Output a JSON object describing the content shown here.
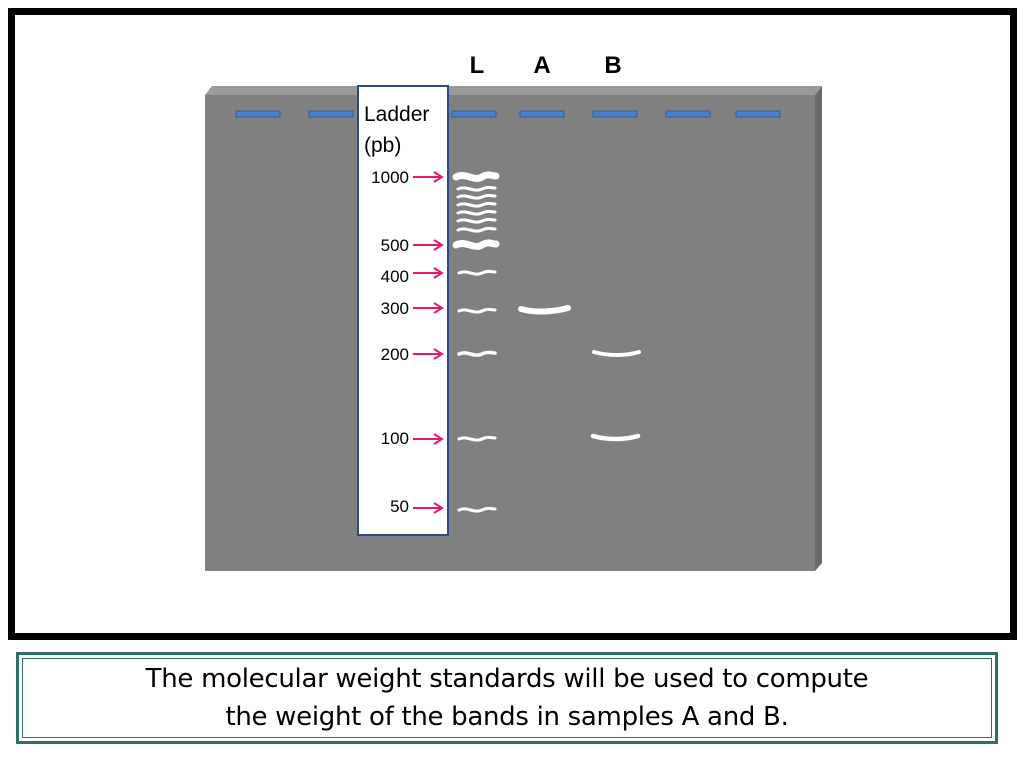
{
  "lanes": [
    {
      "id": "L",
      "label": "L"
    },
    {
      "id": "A",
      "label": "A"
    },
    {
      "id": "B",
      "label": "B"
    }
  ],
  "ladder_box": {
    "title_line1": "Ladder",
    "title_line2": "(pb)"
  },
  "ladder_sizes": [
    {
      "label": "1000",
      "bp": 1000
    },
    {
      "label": "500",
      "bp": 500
    },
    {
      "label": "400",
      "bp": 400
    },
    {
      "label": "300",
      "bp": 300
    },
    {
      "label": "200",
      "bp": 200
    },
    {
      "label": "100",
      "bp": 100
    },
    {
      "label": "50",
      "bp": 50
    }
  ],
  "sample_bands": {
    "A": [
      300
    ],
    "B": [
      200,
      100
    ]
  },
  "caption": {
    "line1": "The molecular weight standards will be used to compute",
    "line2": "the weight of the bands in samples A and B."
  },
  "colors": {
    "gel": "#808080",
    "gel_edge": "#6a6a6a",
    "well": "#4a7ec8",
    "band": "#ffffff",
    "arrow": "#e8186e",
    "ladder_border": "#2e4a86",
    "caption_border": "#2f6f67"
  }
}
